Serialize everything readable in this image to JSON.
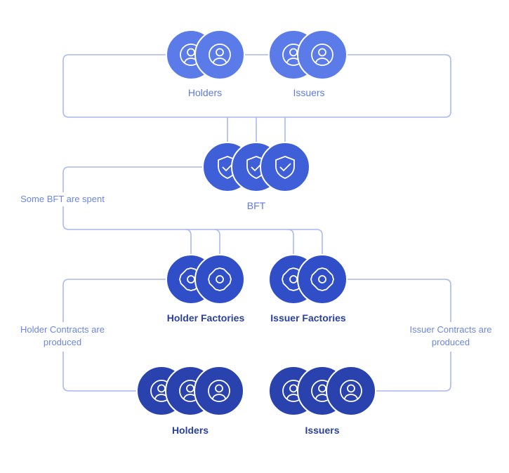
{
  "labels": {
    "holders_top": "Holders",
    "issuers_top": "Issuers",
    "bft": "BFT",
    "bft_spent": "Some BFT are spent",
    "holder_factories": "Holder Factories",
    "issuer_factories": "Issuer Factories",
    "holder_contracts_line1": "Holder Contracts are",
    "holder_contracts_line2": "produced",
    "issuer_contracts_line1": "Issuer Contracts are",
    "issuer_contracts_line2": "produced",
    "holders_bottom": "Holders",
    "issuers_bottom": "Issuers"
  },
  "colors": {
    "top_tier": "#5b7be8",
    "bft_tier": "#3e5fd8",
    "factory_tier": "#2f4ec8",
    "bottom_tier": "#2a42ad",
    "connector": "#a9b8f0",
    "label_light": "#5e7ae0",
    "label_dark": "#2a3f9e"
  },
  "icons": {
    "holders_top": "user-icon",
    "issuers_top": "user-icon",
    "bft": "shield-check-icon",
    "holder_factories": "gear-icon",
    "issuer_factories": "gear-icon",
    "holders_bottom": "user-icon",
    "issuers_bottom": "user-icon"
  }
}
